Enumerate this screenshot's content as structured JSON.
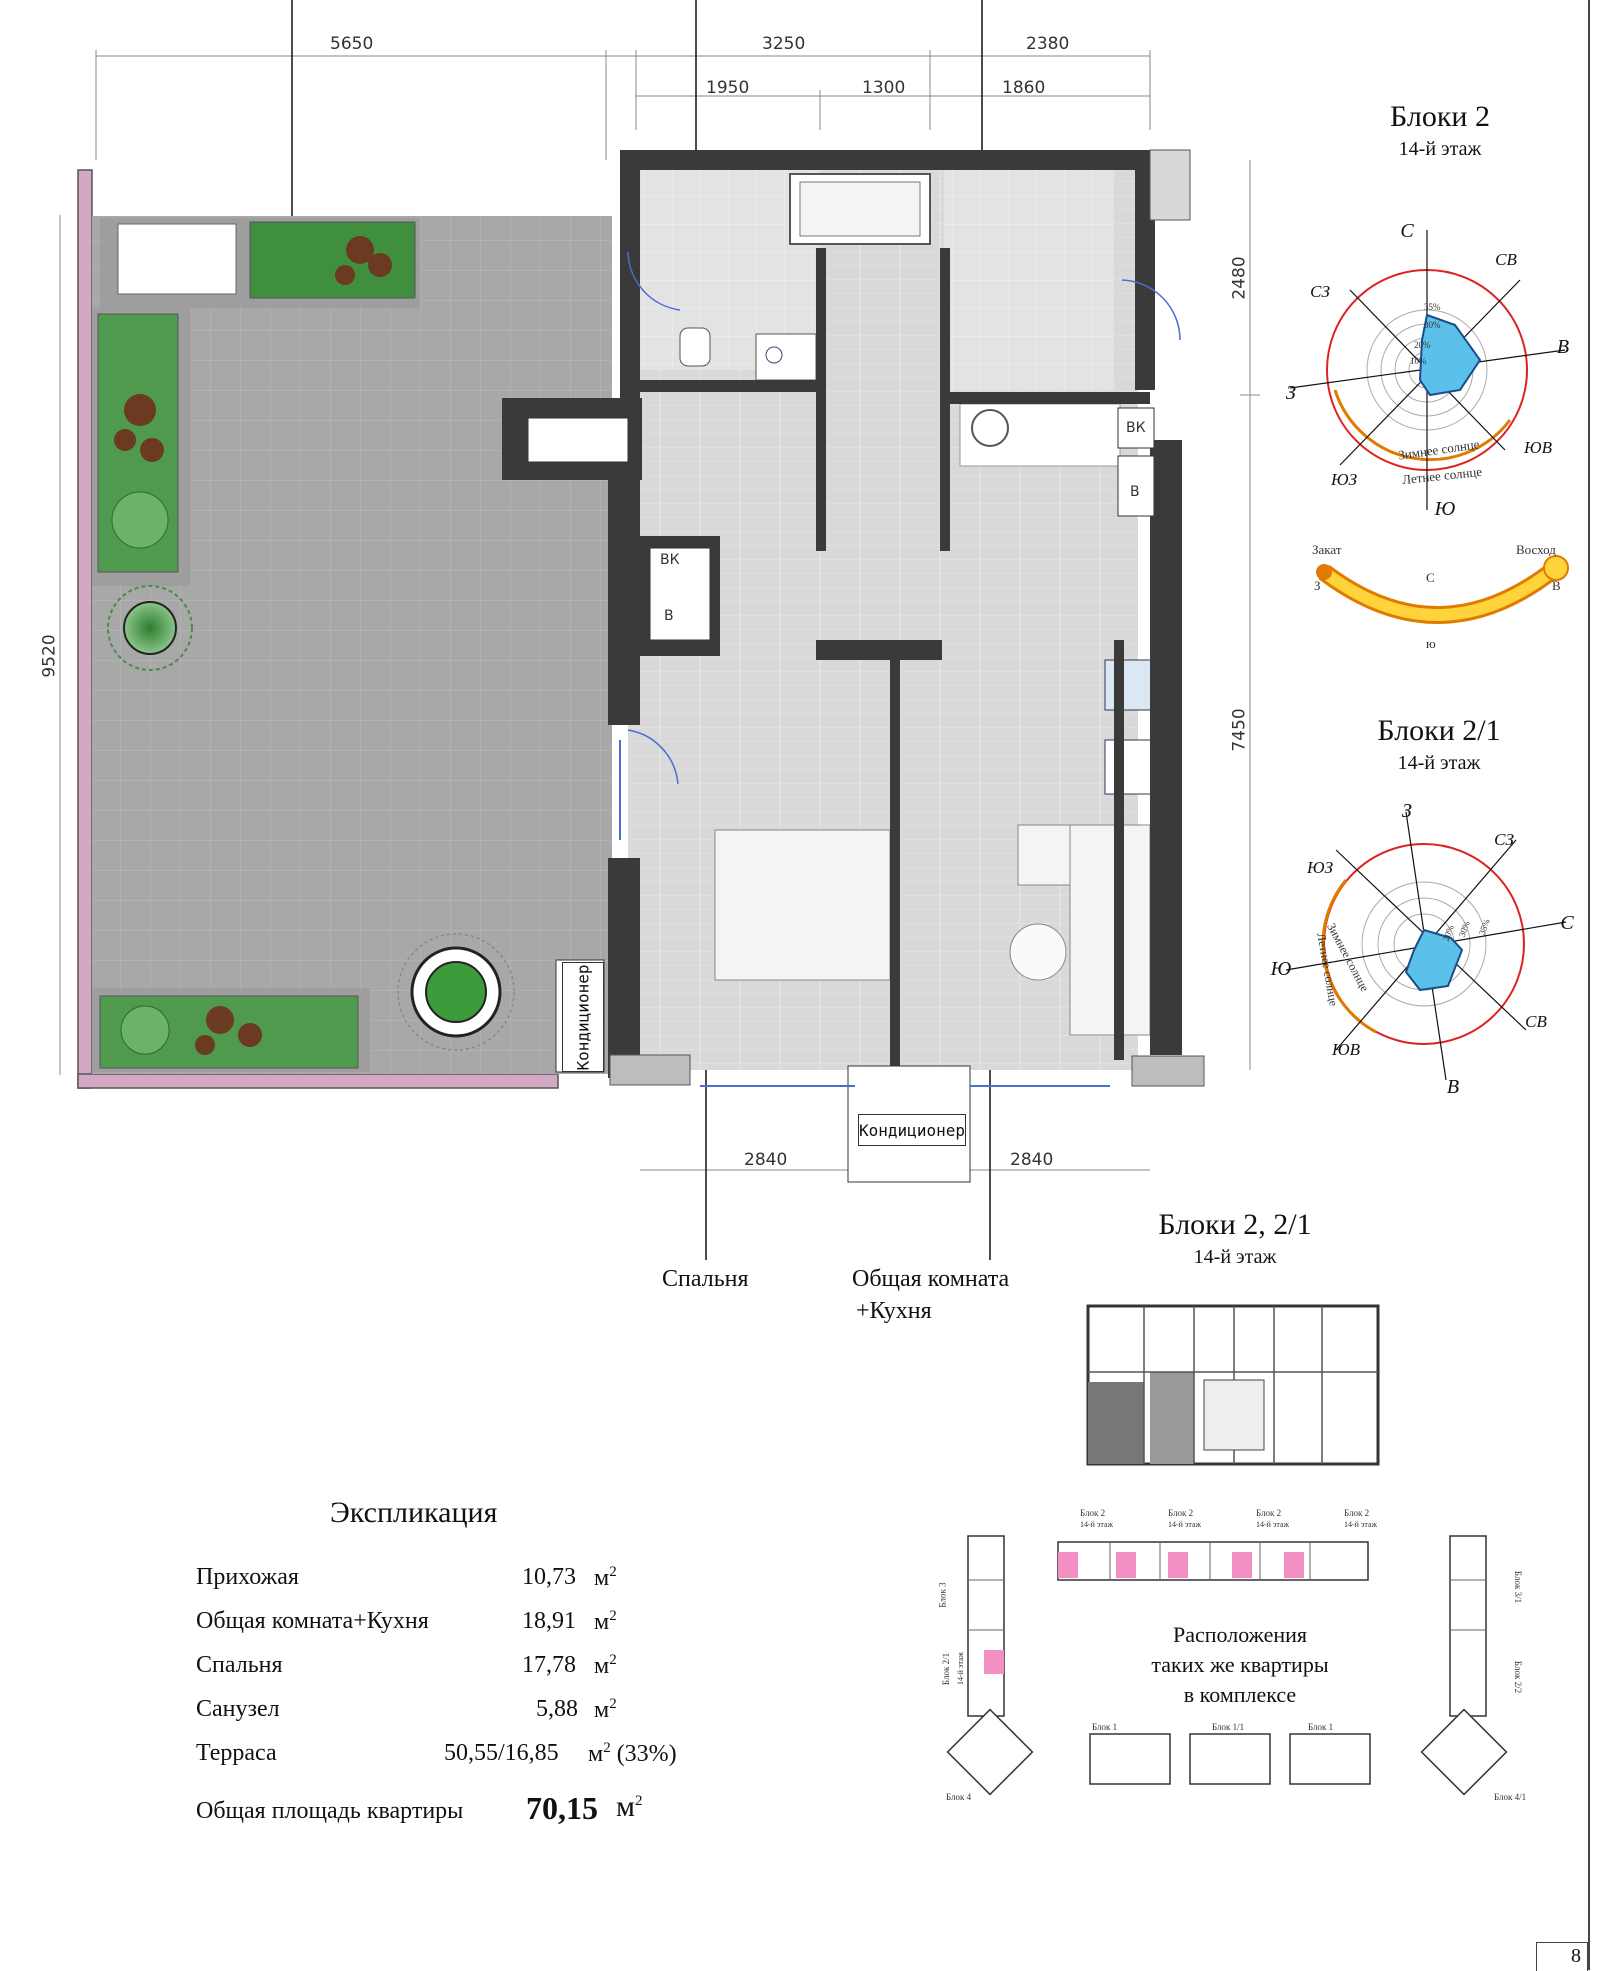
{
  "dimensions": {
    "top_left": "5650",
    "top_mid": "3250",
    "top_right": "2380",
    "sub_a": "1950",
    "sub_b": "1300",
    "sub_c": "1860",
    "right_upper": "2480",
    "right_lower": "7450",
    "left_height": "9520",
    "bottom_left": "2840",
    "bottom_right": "2840"
  },
  "plan": {
    "ac_left": "Кондиционер",
    "ac_bottom": "Кондиционер",
    "bk_1": "ВК",
    "b_1": "В",
    "bk_2": "ВК",
    "b_2": "В",
    "label_bedroom": "Спальня",
    "label_common_1": "Общая комната",
    "label_common_2": "+Кухня"
  },
  "compass_1": {
    "title": "Блоки 2",
    "floor": "14-й этаж",
    "n": "С",
    "ne": "СВ",
    "e": "В",
    "se": "ЮВ",
    "s": "Ю",
    "sw": "ЮЗ",
    "w": "З",
    "nw": "СЗ",
    "winter": "Зимнее солнце",
    "summer": "Летнее солнце",
    "r35": "35%",
    "r30": "30%",
    "r20": "20%",
    "r10": "10%"
  },
  "sun_path": {
    "sunset": "Закат",
    "sunrise": "Восход",
    "w": "З",
    "n": "С",
    "e": "В",
    "s": "ю"
  },
  "compass_2": {
    "title": "Блоки 2/1",
    "floor": "14-й этаж",
    "top": "З",
    "tr": "СЗ",
    "right": "С",
    "br": "СВ",
    "bottom": "В",
    "bl": "ЮВ",
    "left": "Ю",
    "tl": "ЮЗ",
    "winter": "Зимнее солнце",
    "summer": "Летнее солнце",
    "r35": "35%",
    "r30": "30%",
    "r20": "20%"
  },
  "floor_plan": {
    "title": "Блоки 2, 2/1",
    "floor": "14-й этаж"
  },
  "explication": {
    "title": "Экспликация",
    "rows": [
      {
        "name": "Прихожая",
        "value": "10,73",
        "unit": "м"
      },
      {
        "name": "Общая комната+Кухня",
        "value": "18,91",
        "unit": "м"
      },
      {
        "name": "Спальня",
        "value": "17,78",
        "unit": "м"
      },
      {
        "name": "Санузел",
        "value": "5,88",
        "unit": "м"
      },
      {
        "name": "Терраса",
        "value": "50,55/16,85",
        "unit": "м",
        "extra": "(33%)"
      }
    ],
    "total_label": "Общая площадь квартиры",
    "total_value": "70,15",
    "total_unit": "м",
    "sq": "2"
  },
  "site": {
    "caption_1": "Расположения",
    "caption_2": "таких же квартиры",
    "caption_3": "в комплексе",
    "top_block_1": "Блок 2",
    "top_block_2": "Блок 2",
    "top_block_3": "Блок 2",
    "top_block_4": "Блок 2",
    "top_floor": "14-й этаж",
    "left_1": "Блок 3",
    "left_2": "Блок 2/1",
    "left_2_floor": "14-й этаж",
    "right_1": "Блок 3/1",
    "right_2": "Блок 2/2",
    "bottom_1": "Блок 1",
    "bottom_2": "Блок 1/1",
    "bottom_3": "Блок 1",
    "corner_bl": "Блок 4",
    "corner_br": "Блок 4/1"
  },
  "page_number": "8"
}
